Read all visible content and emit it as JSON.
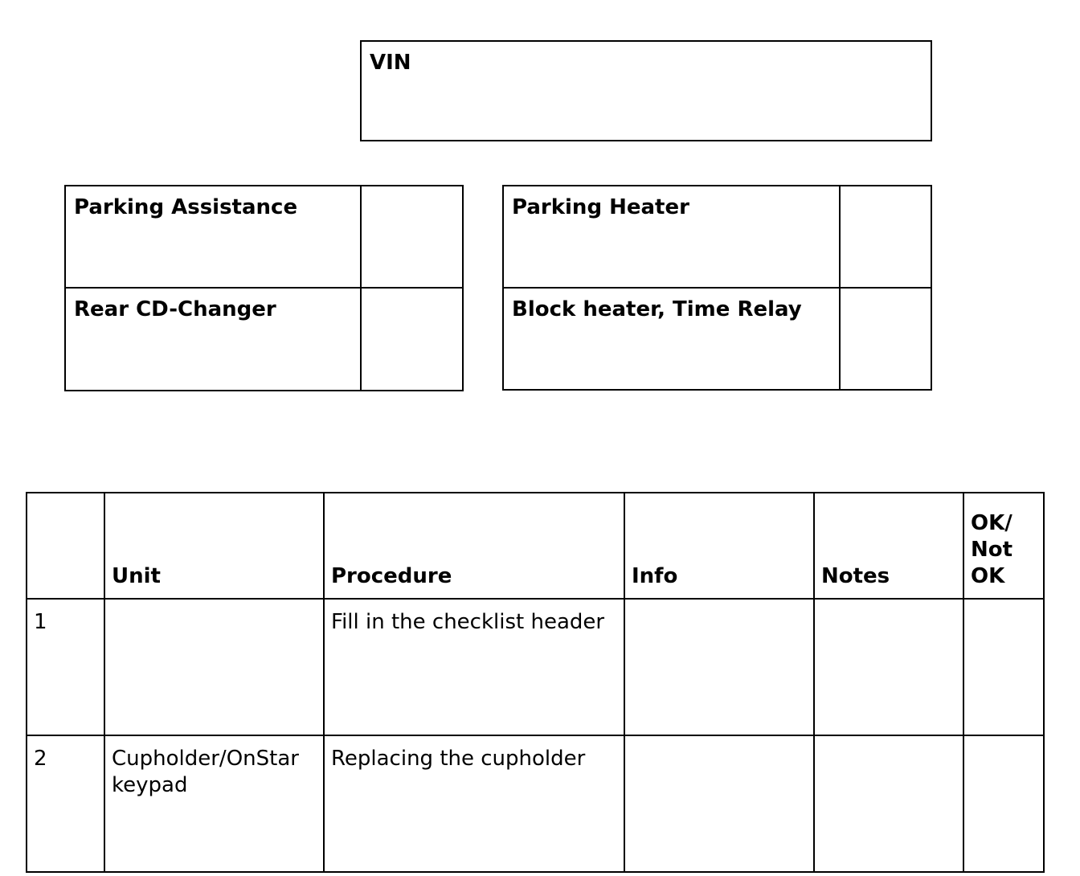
{
  "vin": {
    "label": "VIN"
  },
  "options_left": [
    {
      "label": "Parking Assistance"
    },
    {
      "label": "Rear CD-Changer"
    }
  ],
  "options_right": [
    {
      "label": "Parking Heater"
    },
    {
      "label": "Block heater, Time Relay"
    }
  ],
  "checklist": {
    "headers": {
      "num": "",
      "unit": "Unit",
      "procedure": "Procedure",
      "info": "Info",
      "notes": "Notes",
      "ok": "OK/ Not OK"
    },
    "rows": [
      {
        "num": "1",
        "unit": "",
        "procedure": "Fill in the checklist header",
        "info": "",
        "notes": "",
        "ok": ""
      },
      {
        "num": "2",
        "unit": "Cupholder/OnStar keypad",
        "procedure": "Replacing the cupholder",
        "info": "",
        "notes": "",
        "ok": ""
      }
    ]
  }
}
